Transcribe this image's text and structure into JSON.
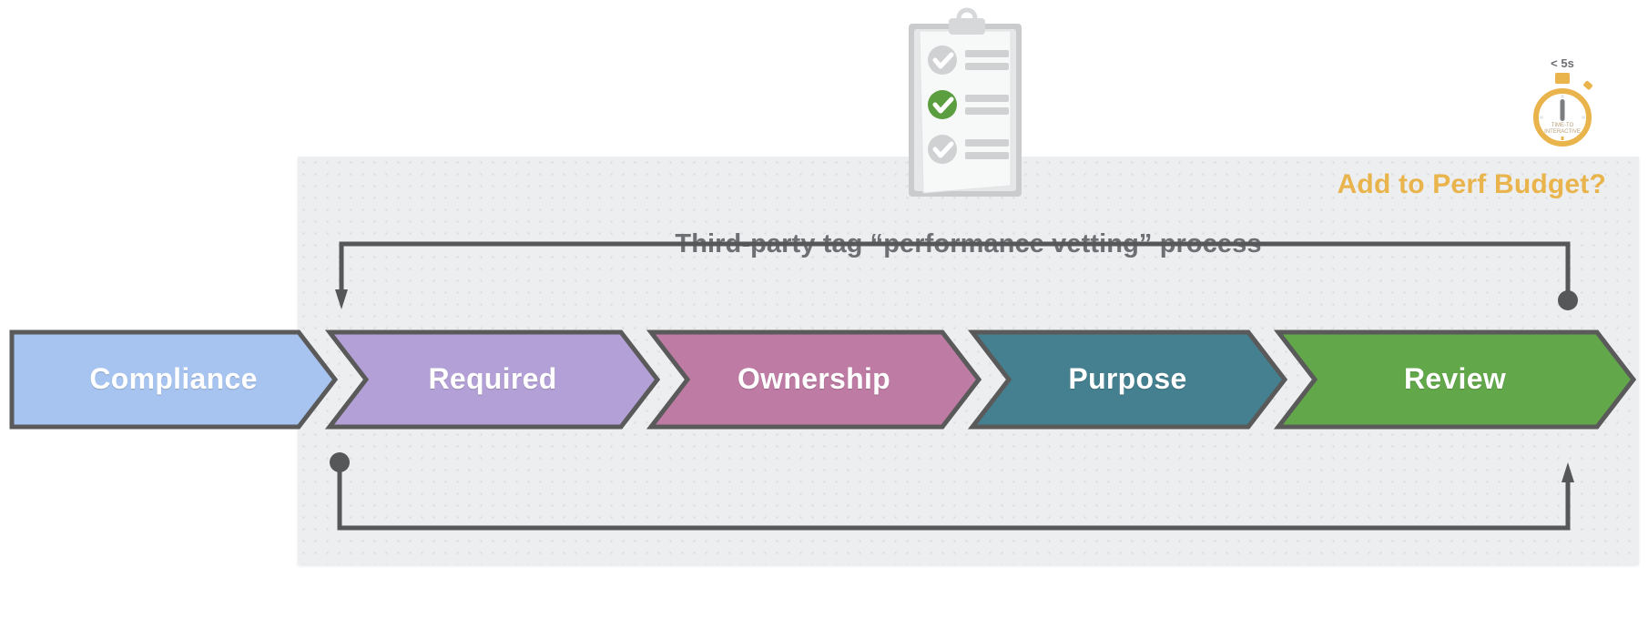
{
  "panel": {
    "perf_budget_label": "Add to Perf Budget?",
    "process_title": "Third-party tag “performance vetting” process",
    "accent_color": "#e9b44c",
    "title_color": "#6d6f72",
    "background_color": "#edeef0"
  },
  "stages": [
    {
      "label": "Compliance",
      "color": "#a7c4f0"
    },
    {
      "label": "Required",
      "color": "#b3a0d6"
    },
    {
      "label": "Ownership",
      "color": "#be7ba4"
    },
    {
      "label": "Purpose",
      "color": "#44808f"
    },
    {
      "label": "Review",
      "color": "#62a84a"
    }
  ],
  "stopwatch": {
    "threshold_label": "< 5s",
    "metric_line1": "TIME-TO",
    "metric_line2": "INTERACTIVE",
    "color": "#e9b44c"
  },
  "clipboard": {
    "checked_count": 1,
    "total_count": 3,
    "checked_color": "#5a9e3f",
    "unchecked_color": "#cfd1d3"
  },
  "connectors": [
    {
      "name": "top-feedback-loop",
      "from": "review-end-dot",
      "to": "required-stage",
      "direction": "right-to-left",
      "stroke": "#555759"
    },
    {
      "name": "bottom-feedback-loop",
      "from": "required-stage-dot",
      "to": "review-stage",
      "direction": "left-to-right",
      "stroke": "#555759"
    }
  ]
}
